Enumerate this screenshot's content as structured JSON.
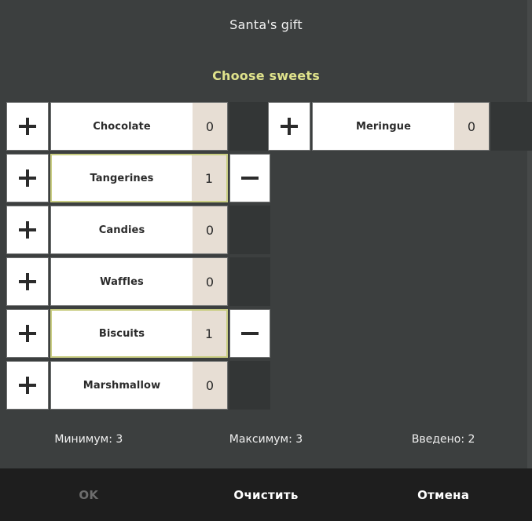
{
  "header": {
    "title": "Santa's gift",
    "prompt": "Choose sweets"
  },
  "columns": [
    {
      "name": "column-left",
      "items": [
        {
          "label": "Chocolate",
          "value": "0",
          "selected": false,
          "has_minus": false
        },
        {
          "label": "Tangerines",
          "value": "1",
          "selected": true,
          "has_minus": true
        },
        {
          "label": "Candies",
          "value": "0",
          "selected": false,
          "has_minus": false
        },
        {
          "label": "Waffles",
          "value": "0",
          "selected": false,
          "has_minus": false
        },
        {
          "label": "Biscuits",
          "value": "1",
          "selected": true,
          "has_minus": true
        },
        {
          "label": "Marshmallow",
          "value": "0",
          "selected": false,
          "has_minus": false
        }
      ]
    },
    {
      "name": "column-right",
      "items": [
        {
          "label": "Meringue",
          "value": "0",
          "selected": false,
          "has_minus": false
        }
      ]
    }
  ],
  "counters": [
    {
      "name": "minimum",
      "text": "Минимум: 3"
    },
    {
      "name": "maximum",
      "text": "Максимум: 3"
    },
    {
      "name": "entered",
      "text": "Введено: 2"
    }
  ],
  "buttons": [
    {
      "name": "ok",
      "label": "OK",
      "disabled": true
    },
    {
      "name": "clear",
      "label": "Очистить",
      "disabled": false
    },
    {
      "name": "cancel",
      "label": "Отмена",
      "disabled": false
    }
  ],
  "icons": {
    "plus": "plus-icon",
    "minus": "minus-icon"
  },
  "colors": {
    "background": "#3c3f3f",
    "accent": "#dfe28b",
    "selected_border": "#c9cd82",
    "value_cell": "#e7ded4",
    "button_bar": "#1e1e1e",
    "disabled_text": "#6d6d6d"
  }
}
